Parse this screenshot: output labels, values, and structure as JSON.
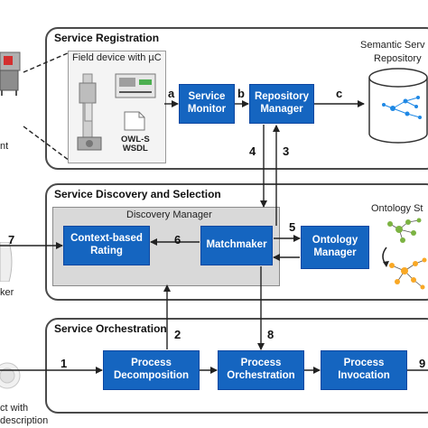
{
  "panels": {
    "registration": "Service Registration",
    "discovery": "Service Discovery and Selection",
    "orchestration": "Service Orchestration"
  },
  "field_device_label": "Field device with µC",
  "owl_label": "OWL-S\nWSDL",
  "discovery_manager_label": "Discovery Manager",
  "boxes": {
    "service_monitor": "Service\nMonitor",
    "repository_manager": "Repository\nManager",
    "context_rating": "Context-based\nRating",
    "matchmaker": "Matchmaker",
    "ontology_manager": "Ontology\nManager",
    "process_decomposition": "Process\nDecomposition",
    "process_orchestration": "Process\nOrchestration",
    "process_invocation": "Process\nInvocation"
  },
  "edge_labels": {
    "a": "a",
    "b": "b",
    "c": "c",
    "n1": "1",
    "n2": "2",
    "n3": "3",
    "n4": "4",
    "n5": "5",
    "n6": "6",
    "n7": "7",
    "n8": "8",
    "n9": "9"
  },
  "outside_labels": {
    "repo_line1": "Semantic Serv",
    "repo_line2": "Repository",
    "ontology": "Ontology St",
    "left_top": "nt",
    "left_mid": "ker",
    "left_bottom1": "ct with",
    "left_bottom2": "description"
  },
  "colors": {
    "box": "#1565c0",
    "arrow": "#222222",
    "panel_border": "#4a4a4a",
    "discovery_bg": "#d9d9d9",
    "graph_node": "#1e88e5",
    "onto_green": "#7cb342",
    "onto_orange": "#f9a825"
  }
}
